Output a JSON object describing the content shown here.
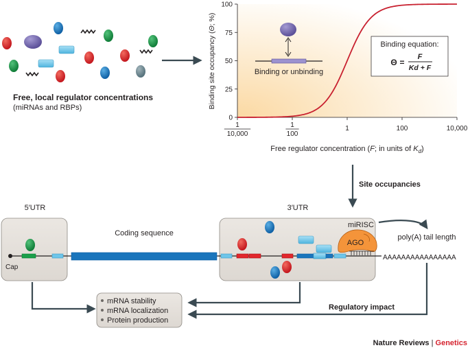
{
  "free_pool": {
    "title": "Free, local regulator concentrations",
    "subtitle": "(miRNAs and RBPs)"
  },
  "chart_data": {
    "type": "line",
    "ylabel_prefix": "Binding site occupancy (",
    "ylabel_symbol": "Θ",
    "ylabel_suffix": "; %)",
    "xlabel_prefix": "Free regulator concentration (",
    "xlabel_F": "F",
    "xlabel_mid": "; in units of ",
    "xlabel_K": "K",
    "xlabel_sub": "d",
    "xlabel_end": ")",
    "x_scale": "log",
    "xlim": [
      0.0001,
      10000
    ],
    "ylim": [
      0,
      100
    ],
    "y_ticks": [
      "0",
      "25",
      "50",
      "75",
      "100"
    ],
    "x_ticks": [
      {
        "x": 0.0001,
        "num": "1",
        "den": "10,000"
      },
      {
        "x": 0.01,
        "num": "1",
        "den": "100"
      },
      {
        "x": 1,
        "label": "1"
      },
      {
        "x": 100,
        "label": "100"
      },
      {
        "x": 10000,
        "label": "10,000"
      }
    ],
    "curve_formula": "theta = 100*F/(1+F)",
    "curve_color": "#c8202f",
    "inset_label": "Binding or unbinding",
    "equation_title": "Binding equation:",
    "equation_theta": "Θ",
    "equation_eq": "=",
    "equation_num": "F",
    "equation_den": "Kd + F"
  },
  "arrows": {
    "site_occupancies": "Site occupancies",
    "regulatory_impact": "Regulatory impact"
  },
  "mrna": {
    "utr5": "5′UTR",
    "coding": "Coding sequence",
    "utr3": "3′UTR",
    "cap": "Cap",
    "mirisc": "miRISC",
    "ago": "AGO",
    "polya_label": "poly(A) tail length",
    "polya_seq": "AAAAAAAAAAAAAAAA"
  },
  "outcomes": [
    "mRNA stability",
    "mRNA localization",
    "Protein production"
  ],
  "credit": {
    "journal": "Nature Reviews",
    "sep": " | ",
    "section": "Genetics"
  },
  "colors": {
    "blue": "#1a75bc",
    "red": "#e2262c",
    "green": "#1aa04a",
    "purple": "#7c6fb5",
    "grey": "#6f8a93",
    "cyan": "#6ec5e9",
    "arrow": "#3a4a52",
    "ago": "#f4943a",
    "brand_red": "#d5232f"
  }
}
